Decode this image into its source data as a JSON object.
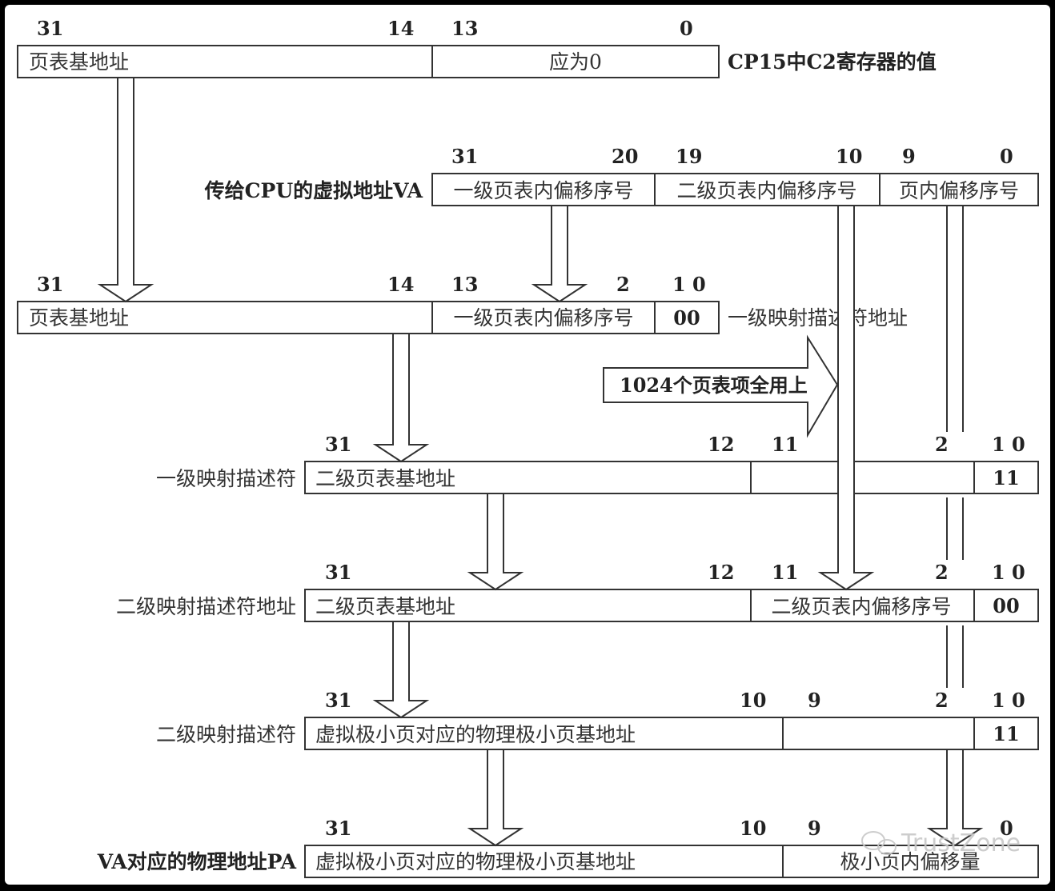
{
  "rows": {
    "cp15": {
      "bits": [
        "31",
        "14",
        "13",
        "0"
      ],
      "cells": [
        "页表基地址",
        "应为0"
      ],
      "label": "CP15中C2寄存器的值"
    },
    "va": {
      "bits": [
        "31",
        "20",
        "19",
        "10",
        "9",
        "0"
      ],
      "label": "传给CPU的虚拟地址VA",
      "cells": [
        "一级页表内偏移序号",
        "二级页表内偏移序号",
        "页内偏移序号"
      ]
    },
    "l1addr": {
      "bits": [
        "31",
        "14",
        "13",
        "2",
        "1 0"
      ],
      "cells": [
        "页表基地址",
        "一级页表内偏移序号",
        "00"
      ],
      "label": "一级映射描述符地址"
    },
    "l1desc": {
      "bits": [
        "31",
        "12",
        "11",
        "2",
        "1 0"
      ],
      "label": "一级映射描述符",
      "cells": [
        "二级页表基地址",
        "",
        "11"
      ]
    },
    "l2addr": {
      "bits": [
        "31",
        "12",
        "11",
        "2",
        "1 0"
      ],
      "label": "二级映射描述符地址",
      "cells": [
        "二级页表基地址",
        "二级页表内偏移序号",
        "00"
      ]
    },
    "l2desc": {
      "bits": [
        "31",
        "10",
        "9",
        "2",
        "1 0"
      ],
      "label": "二级映射描述符",
      "cells": [
        "虚拟极小页对应的物理极小页基地址",
        "",
        "11"
      ]
    },
    "pa": {
      "bits": [
        "31",
        "10",
        "9",
        "0"
      ],
      "label": "VA对应的物理地址PA",
      "cells": [
        "虚拟极小页对应的物理极小页基地址",
        "极小页内偏移量"
      ]
    }
  },
  "callout": "1024个页表项全用上",
  "watermark": "TrustZone",
  "watermark_icon": "wechat-icon"
}
